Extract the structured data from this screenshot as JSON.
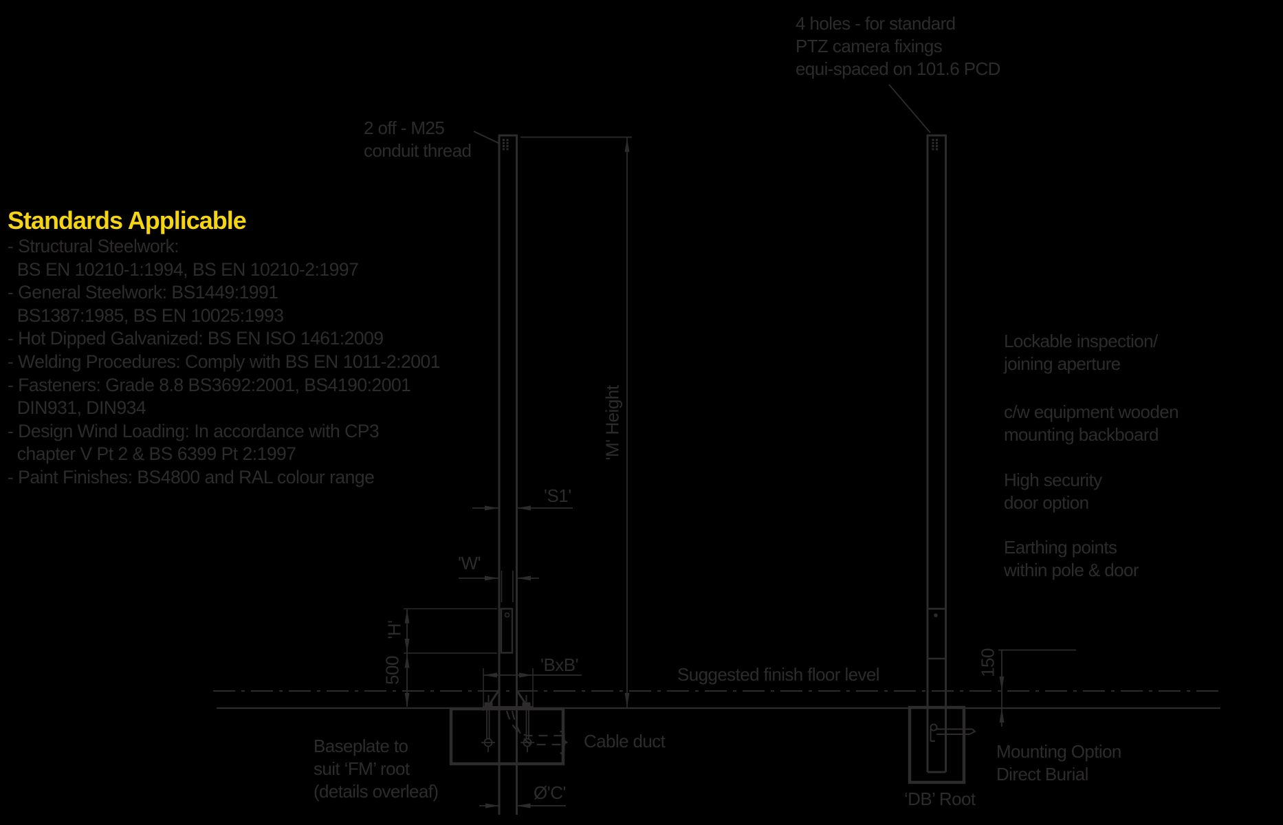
{
  "colors": {
    "background": "#000000",
    "ink": "#2d2b2c",
    "accent_yellow": "#f5d513"
  },
  "annotations": {
    "conduit_note": "2 off - M25\nconduit thread",
    "camera_note": "4 holes - for standard\nPTZ camera fixings\nequi-spaced on 101.6 PCD",
    "floor_level": "Suggested finish floor level",
    "cable_duct": "Cable duct",
    "duct_bracket": "}",
    "baseplate_note": "Baseplate to\nsuit ‘FM’ root\n(details overleaf)",
    "db_root": "‘DB’ Root",
    "mounting_option": "Mounting Option\nDirect Burial"
  },
  "features": {
    "items": [
      "Lockable inspection/\njoining aperture",
      "c/w equipment wooden\nmounting backboard",
      "High security\ndoor option",
      "Earthing points\nwithin pole & door"
    ]
  },
  "dimensions": {
    "shaft_width_upper": "'S1'",
    "shaft_width_lower": "'W'",
    "door_height": "'H'",
    "door_floor_offset": "500",
    "baseplate_size": "'BxB'",
    "root_diameter": "Ø'C'",
    "pole_height": "'M' Height",
    "floor_offset_right": "150"
  },
  "standards": {
    "title": "Standards Applicable",
    "items": [
      "- Structural Steelwork:",
      "  BS EN 10210-1:1994, BS EN 10210-2:1997",
      "- General Steelwork: BS1449:1991",
      "  BS1387:1985, BS EN 10025:1993",
      "- Hot Dipped Galvanized: BS EN ISO 1461:2009",
      "- Welding Procedures: Comply with BS EN 1011-2:2001",
      "- Fasteners: Grade 8.8 BS3692:2001, BS4190:2001",
      "  DIN931, DIN934",
      "- Design Wind Loading: In accordance with CP3",
      "  chapter V Pt 2 & BS 6399 Pt 2:1997",
      "- Paint Finishes: BS4800 and RAL colour range"
    ]
  }
}
